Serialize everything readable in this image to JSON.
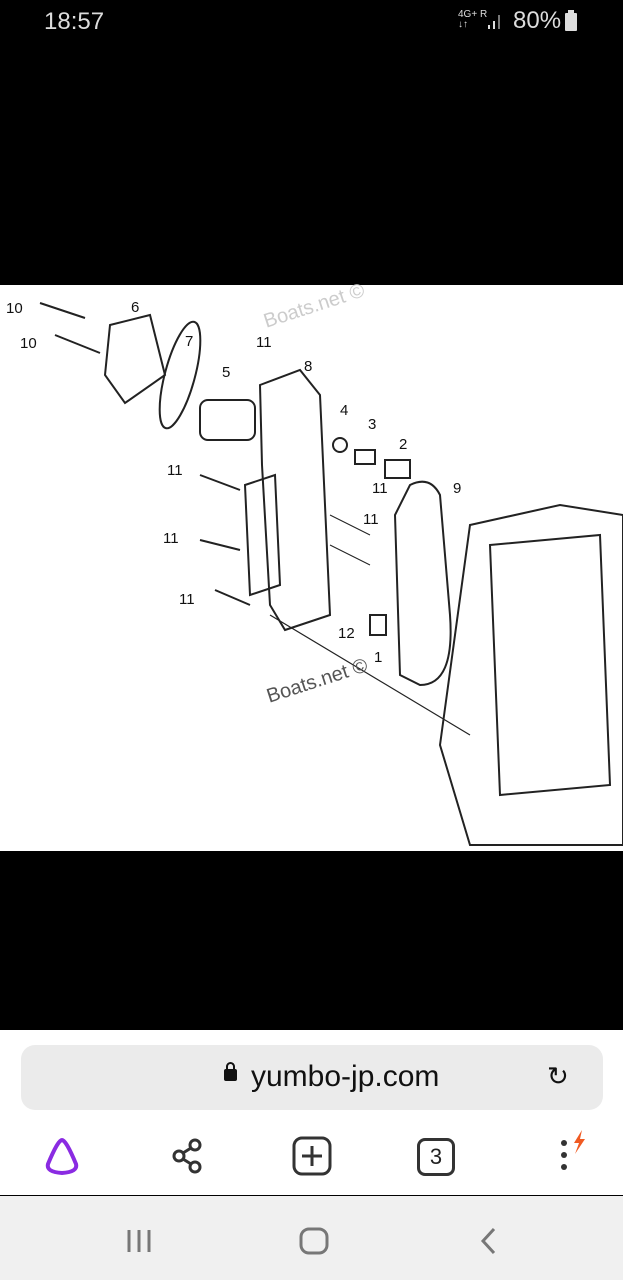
{
  "status_bar": {
    "time": "18:57",
    "network": "4G+",
    "roaming": "R",
    "battery": "80%"
  },
  "diagram": {
    "watermark": "Boats.net ©",
    "part_labels": [
      "10",
      "10",
      "6",
      "7",
      "11",
      "5",
      "8",
      "4",
      "3",
      "2",
      "9",
      "11",
      "11",
      "11",
      "11",
      "11",
      "12",
      "1"
    ]
  },
  "browser": {
    "url": "yumbo-jp.com",
    "tab_count": "3",
    "accent_color": "#8a2be2",
    "alert_color": "#f05a22"
  }
}
